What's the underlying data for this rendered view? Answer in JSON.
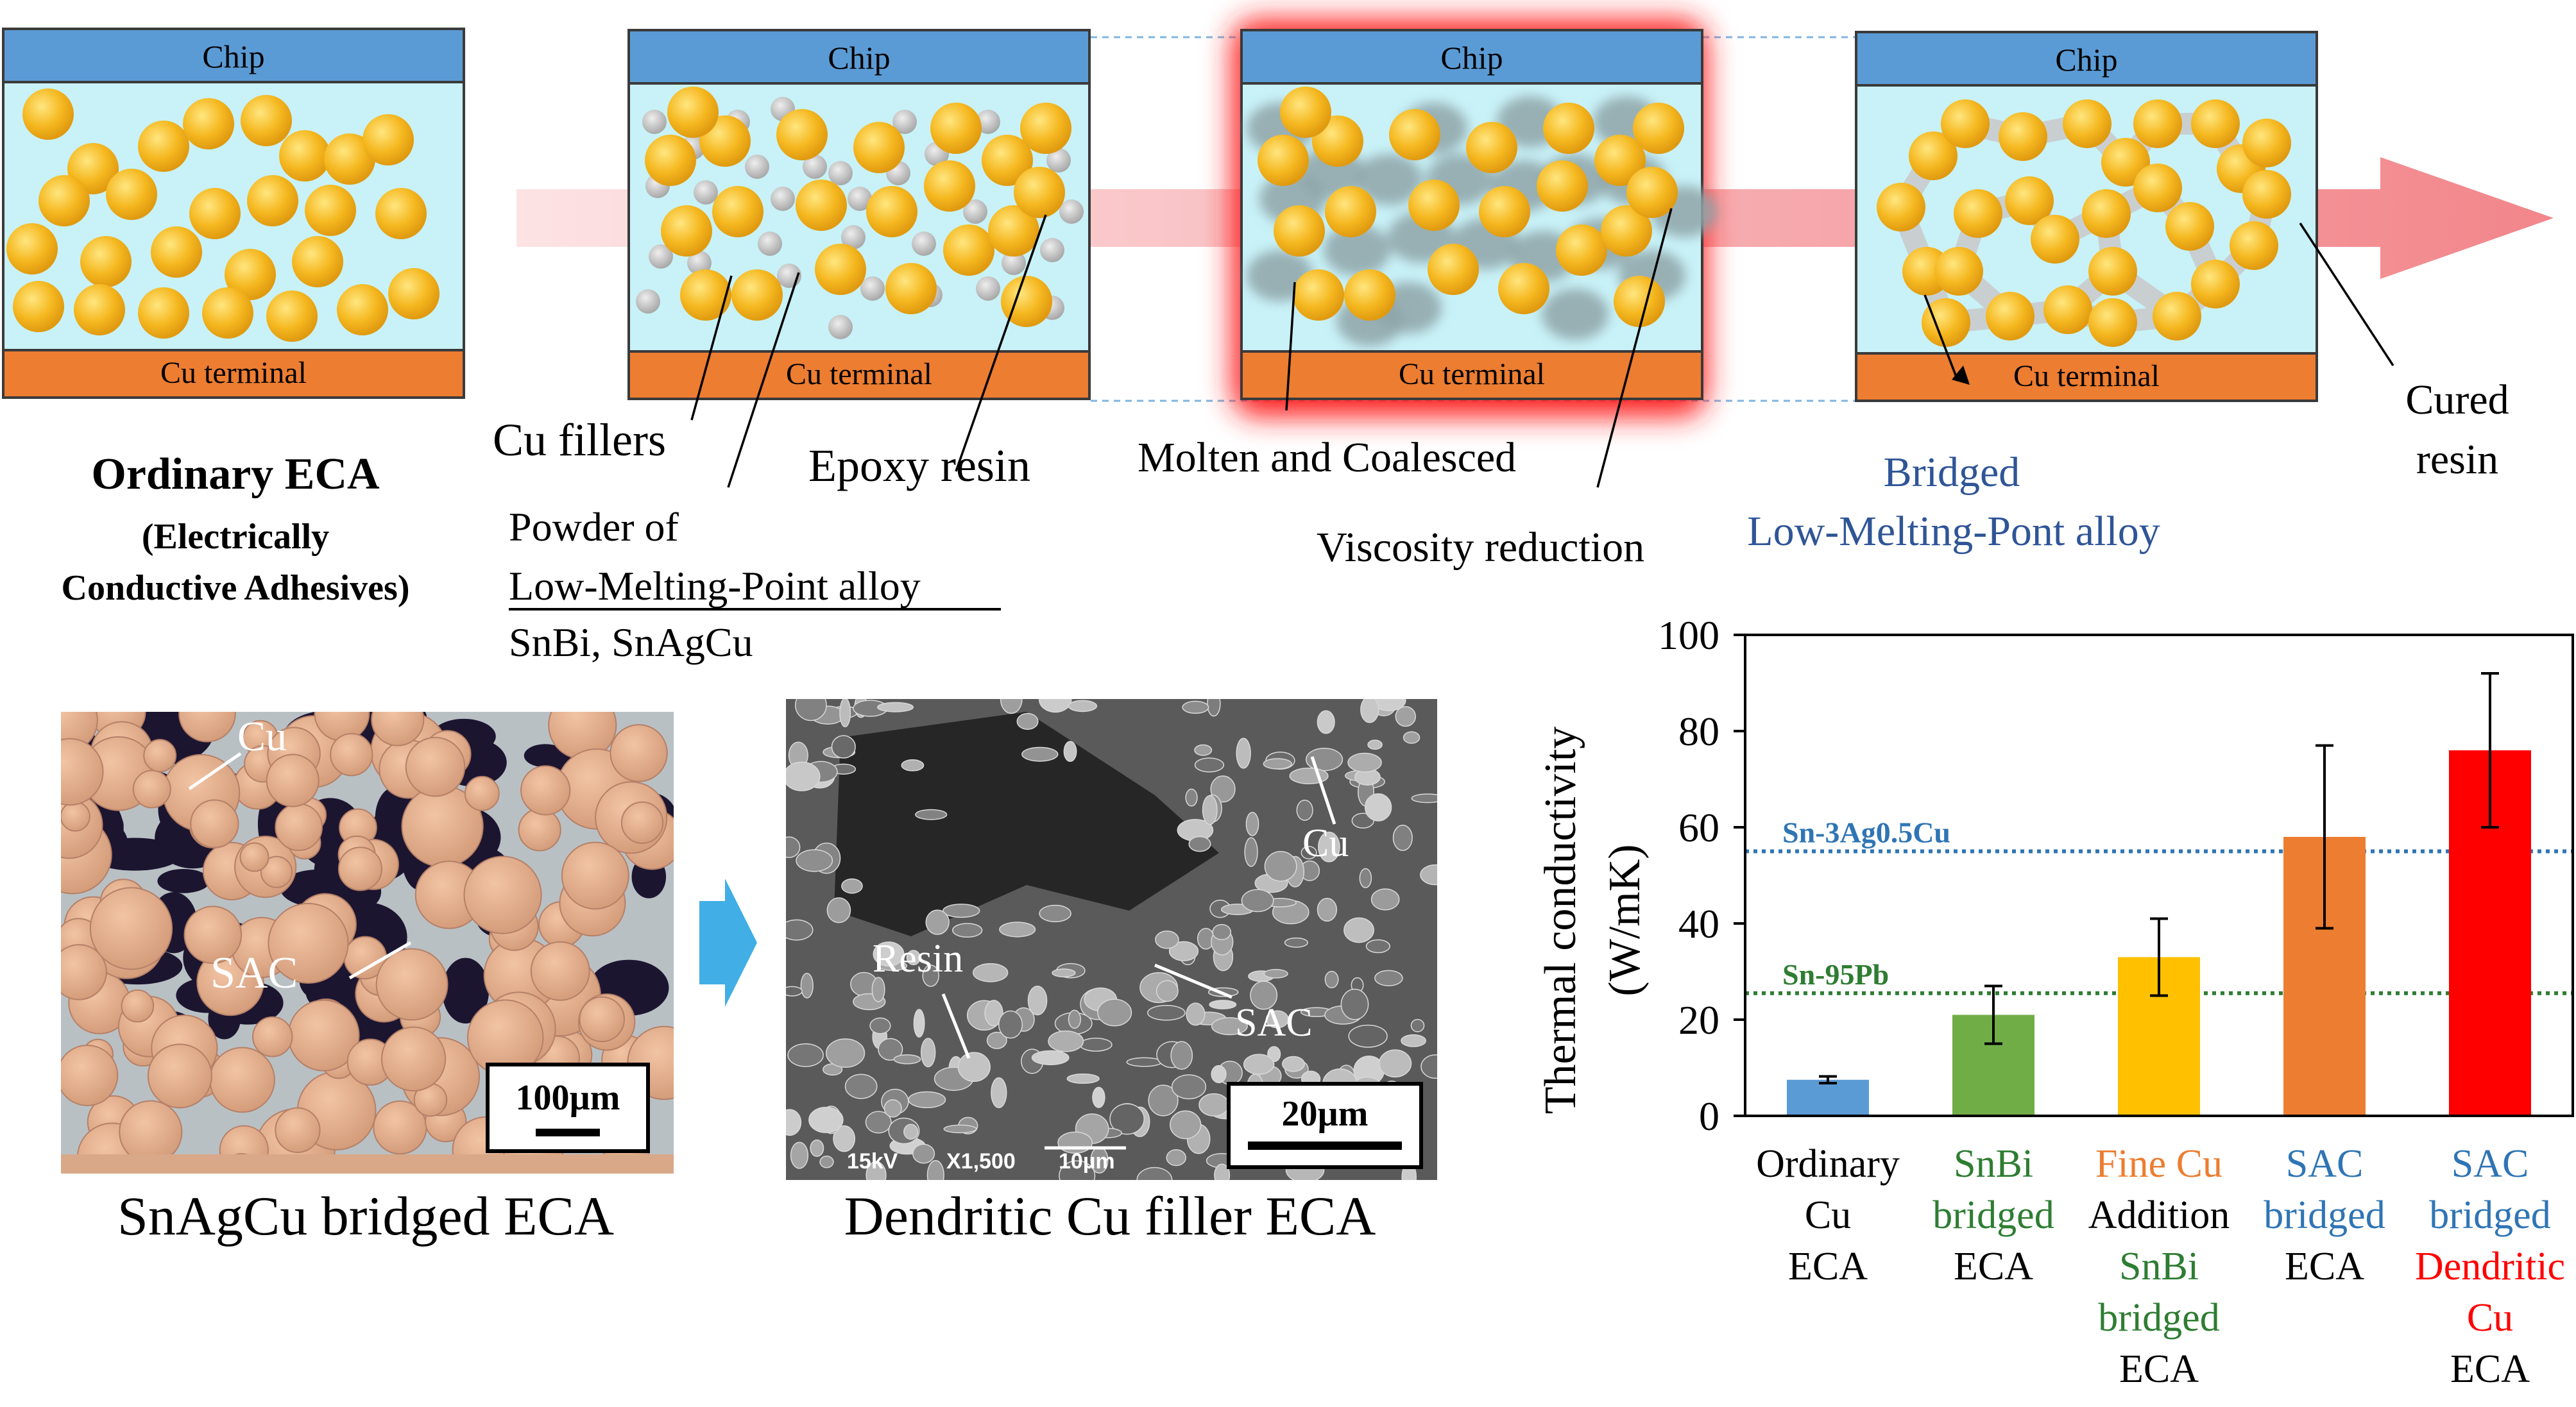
{
  "panels": [
    {
      "chip": "Chip",
      "terminal": "Cu terminal"
    },
    {
      "chip": "Chip",
      "terminal": "Cu terminal"
    },
    {
      "chip": "Chip",
      "terminal": "Cu terminal"
    },
    {
      "chip": "Chip",
      "terminal": "Cu terminal"
    }
  ],
  "labels": {
    "ordinary_title": "Ordinary ECA",
    "ordinary_sub1": "(Electrically",
    "ordinary_sub2": "Conductive Adhesives)",
    "cu_fillers": "Cu fillers",
    "epoxy_resin": "Epoxy resin",
    "powder_line1": "Powder of",
    "powder_line2": "Low-Melting-Point alloy",
    "powder_line3": "SnBi, SnAgCu",
    "molten": "Molten and Coalesced",
    "viscosity": "Viscosity reduction",
    "bridged_line1": "Bridged",
    "bridged_line2": "Low-Melting-Pont alloy",
    "cured_line1": "Cured",
    "cured_line2": "resin"
  },
  "micrographs": {
    "optical": {
      "caption": "SnAgCu bridged ECA",
      "cu_label": "Cu",
      "sac_label": "SAC",
      "scale": "100µm"
    },
    "sem": {
      "caption": "Dendritic Cu filler ECA",
      "cu_label": "Cu",
      "resin_label": "Resin",
      "sac_label": "SAC",
      "scale": "20µm",
      "info_kv": "15kV",
      "info_mag": "X1,500",
      "info_bar": "10µm"
    }
  },
  "colors": {
    "chip": "#5b9bd5",
    "terminal": "#ed7d31",
    "resin_fill": "#c8f2f8",
    "filler": "#f5b820",
    "arrow": "#f28b8f",
    "highlight": "#ff2020",
    "blue_arrow": "#41aee6"
  },
  "chart_data": {
    "type": "bar",
    "ylabel_line1": "Thermal conductivity",
    "ylabel_line2": "(W/mK)",
    "ylim": [
      0,
      100
    ],
    "yticks": [
      "0",
      "20",
      "40",
      "60",
      "80",
      "100"
    ],
    "categories": [
      {
        "lines": [
          {
            "t": "Ordinary",
            "c": "#000000"
          },
          {
            "t": "Cu",
            "c": "#000000"
          },
          {
            "t": "ECA",
            "c": "#000000"
          }
        ],
        "value": 7.5,
        "err": 0.7,
        "color": "#5b9bd5"
      },
      {
        "lines": [
          {
            "t": "SnBi",
            "c": "#2e7d32"
          },
          {
            "t": "bridged",
            "c": "#2e7d32"
          },
          {
            "t": "ECA",
            "c": "#000000"
          }
        ],
        "value": 21,
        "err": 6,
        "color": "#70ad47"
      },
      {
        "lines": [
          {
            "t": "Fine Cu",
            "c": "#ed7d31"
          },
          {
            "t": "Addition",
            "c": "#000000"
          },
          {
            "t": "SnBi",
            "c": "#2e7d32"
          },
          {
            "t": "bridged",
            "c": "#2e7d32"
          },
          {
            "t": "ECA",
            "c": "#000000"
          }
        ],
        "value": 33,
        "err": 8,
        "color": "#ffc000"
      },
      {
        "lines": [
          {
            "t": "SAC",
            "c": "#2f75b5"
          },
          {
            "t": "bridged",
            "c": "#2f75b5"
          },
          {
            "t": "ECA",
            "c": "#000000"
          }
        ],
        "value": 58,
        "err": 19,
        "color": "#ed7d31"
      },
      {
        "lines": [
          {
            "t": "SAC",
            "c": "#2f75b5"
          },
          {
            "t": "bridged",
            "c": "#2f75b5"
          },
          {
            "t": "Dendritic",
            "c": "#ff0000"
          },
          {
            "t": "Cu",
            "c": "#ff0000"
          },
          {
            "t": "ECA",
            "c": "#000000"
          }
        ],
        "value": 76,
        "err": 16,
        "color": "#ff0000"
      }
    ],
    "reference_lines": [
      {
        "label": "Sn-3Ag0.5Cu",
        "value": 55,
        "color": "#2f75b5"
      },
      {
        "label": "Sn-95Pb",
        "value": 25.5,
        "color": "#2e7d32"
      }
    ]
  }
}
